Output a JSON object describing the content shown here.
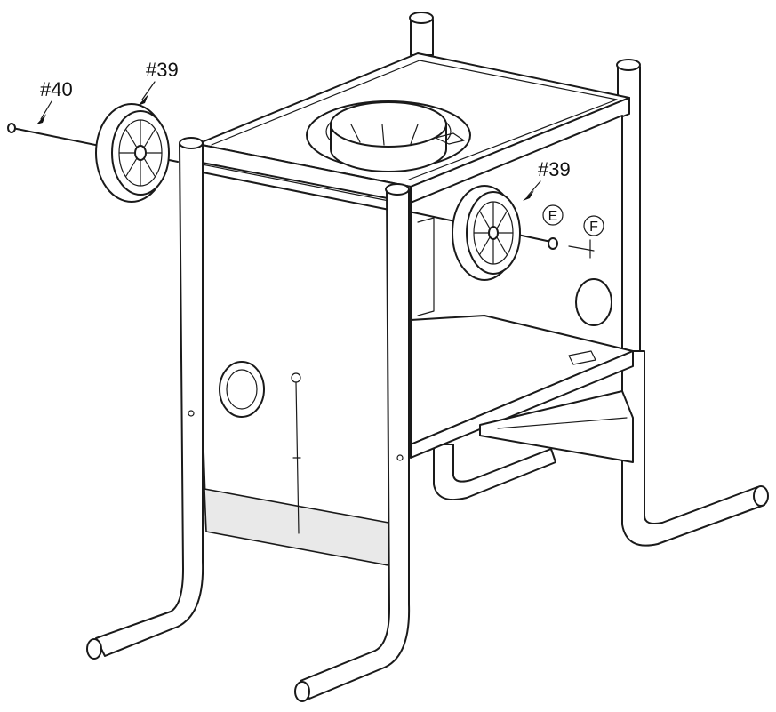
{
  "callouts": {
    "rod_left": "#40",
    "wheel_left": "#39",
    "wheel_right": "#39",
    "part_e": "E",
    "part_f": "F"
  },
  "colors": {
    "line": "#1a1a1a",
    "panel_shade": "#e9e9e9",
    "background": "#ffffff"
  }
}
